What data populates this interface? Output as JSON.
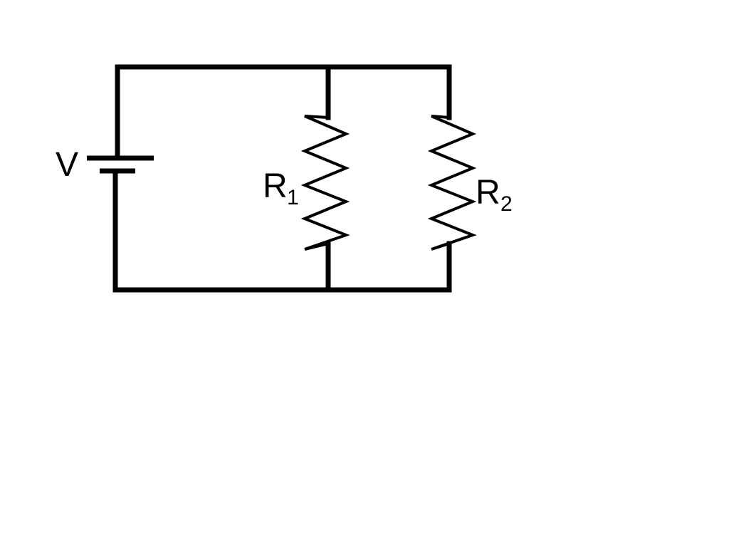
{
  "battery": {
    "label": "V"
  },
  "resistors": [
    {
      "label": "R",
      "subscript": "1"
    },
    {
      "label": "R",
      "subscript": "2"
    }
  ],
  "colors": {
    "wire": "#000000",
    "background": "#ffffff"
  }
}
